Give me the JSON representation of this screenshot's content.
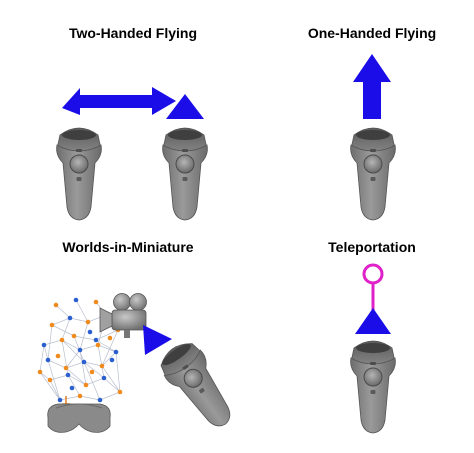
{
  "panels": {
    "two_handed": {
      "title": "Two-Handed Flying"
    },
    "one_handed": {
      "title": "One-Handed Flying"
    },
    "wim": {
      "title": "Worlds-in-Miniature"
    },
    "teleport": {
      "title": "Teleportation"
    }
  },
  "colors": {
    "arrow": "#1a0de8",
    "controller": "#888888",
    "controller_dark": "#4d4d4d",
    "teleport_marker": "#e020c8",
    "graph_node_orange": "#f08a1c",
    "graph_node_blue": "#2a5fd0",
    "graph_edge": "#b0b8c8"
  },
  "icons": {
    "controller": "vr-controller-icon",
    "camera": "camera-icon",
    "headset": "vr-headset-icon"
  }
}
